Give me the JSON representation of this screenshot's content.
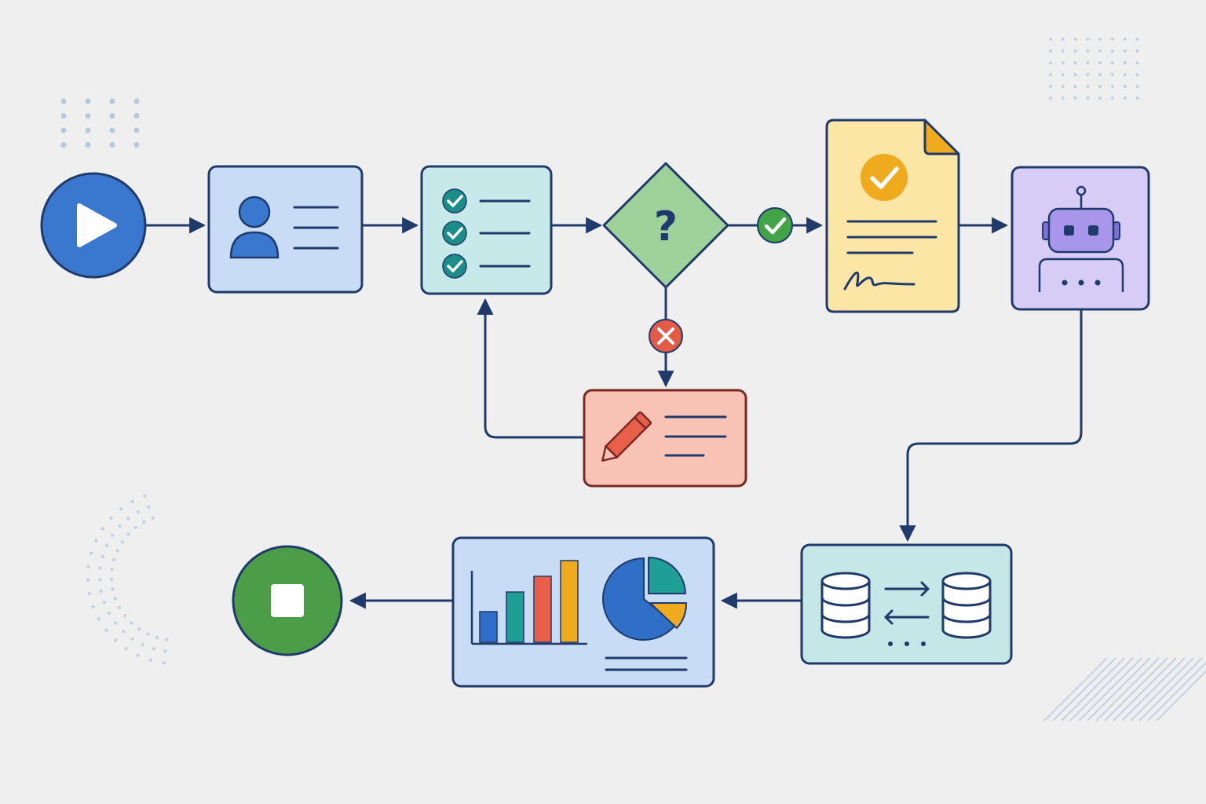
{
  "diagram": {
    "type": "flowchart",
    "decision_symbol": "?",
    "nodes": [
      {
        "id": "start",
        "kind": "terminal",
        "icon": "play-icon"
      },
      {
        "id": "user-profile",
        "kind": "process",
        "icon": "user-icon"
      },
      {
        "id": "checklist",
        "kind": "process",
        "icon": "checklist-icon"
      },
      {
        "id": "decision",
        "kind": "decision",
        "icon": "question-icon"
      },
      {
        "id": "approved-document",
        "kind": "process",
        "icon": "signed-document-icon"
      },
      {
        "id": "automation-bot",
        "kind": "process",
        "icon": "robot-icon"
      },
      {
        "id": "revise",
        "kind": "process",
        "icon": "pencil-icon"
      },
      {
        "id": "data-sync",
        "kind": "process",
        "icon": "database-sync-icon"
      },
      {
        "id": "report",
        "kind": "process",
        "icon": "analytics-icon"
      },
      {
        "id": "end",
        "kind": "terminal",
        "icon": "stop-icon"
      }
    ],
    "edges": [
      {
        "from": "start",
        "to": "user-profile"
      },
      {
        "from": "user-profile",
        "to": "checklist"
      },
      {
        "from": "checklist",
        "to": "decision"
      },
      {
        "from": "decision",
        "to": "approved-document",
        "condition": "yes",
        "marker": "check-icon"
      },
      {
        "from": "decision",
        "to": "revise",
        "condition": "no",
        "marker": "cross-icon"
      },
      {
        "from": "revise",
        "to": "checklist"
      },
      {
        "from": "approved-document",
        "to": "automation-bot"
      },
      {
        "from": "automation-bot",
        "to": "data-sync"
      },
      {
        "from": "data-sync",
        "to": "report"
      },
      {
        "from": "report",
        "to": "end"
      }
    ],
    "colors": {
      "background": "#efefef",
      "outline": "#1f3a6b",
      "start": "#3a78d0",
      "end": "#4b9e47",
      "profile": "#c9dcf5",
      "checklist": "#c7e9ea",
      "decision": "#9fd29a",
      "document": "#fbe6a6",
      "robot": "#d7ccf5",
      "revise": "#f8c2b5",
      "datasync": "#c5e7e8",
      "report": "#c9dcf5",
      "yes": "#41a447",
      "no": "#e35a46",
      "check": "#1b8e8a",
      "gold": "#f0aa1e",
      "bar_blue": "#2f6fc8",
      "bar_teal": "#1f9e96",
      "bar_orange": "#e8604a",
      "bar_gold": "#f0aa1e"
    }
  }
}
